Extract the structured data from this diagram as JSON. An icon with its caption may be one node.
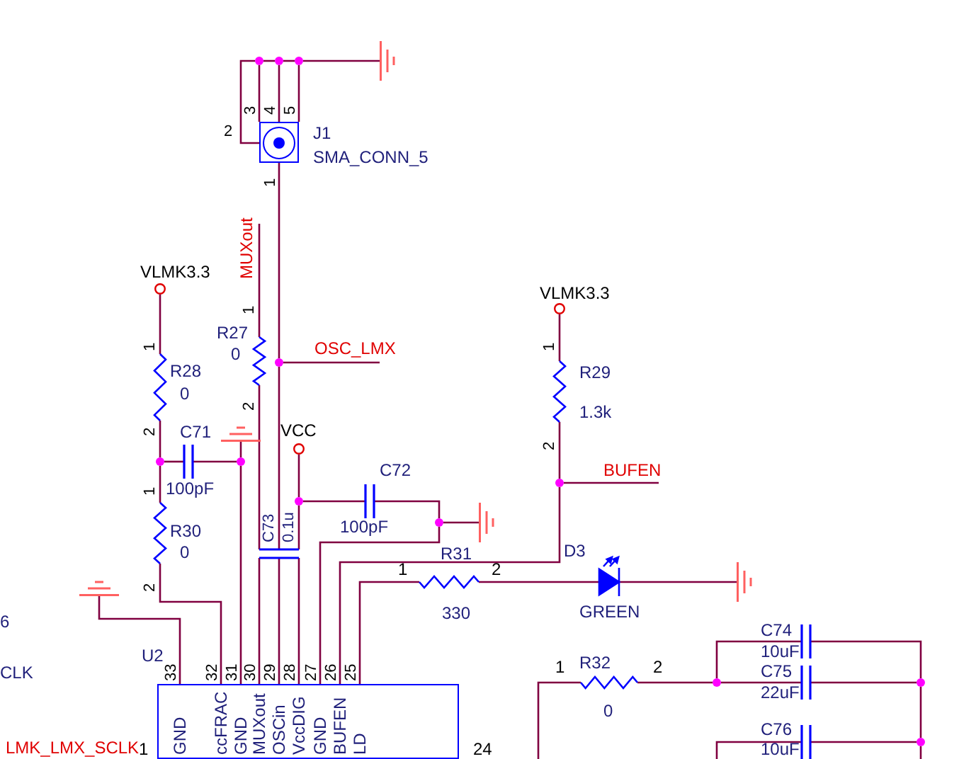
{
  "diagram": {
    "nodes": [
      {
        "text": [],
        "shape": "ground"
      },
      {
        "text": [],
        "shape": "dot"
      },
      {
        "text": [],
        "shape": "dot"
      },
      {
        "text": [],
        "shape": "dot"
      },
      {
        "text": [],
        "shape": "box",
        "beside": [
          "3",
          "4",
          "5",
          "2",
          "J1",
          "SMA_CONN_5",
          "1"
        ]
      },
      {
        "text": [],
        "shape": "circle",
        "beside": [
          "VLMK3.3"
        ]
      },
      {
        "text": [],
        "shape": "circle",
        "beside": [
          "VLMK3.3"
        ]
      },
      {
        "text": [],
        "shape": "resistor",
        "beside": [
          "1",
          "R27",
          "0",
          "2"
        ]
      },
      {
        "text": [],
        "shape": "dot"
      },
      {
        "text": [],
        "shape": "resistor",
        "beside": [
          "1",
          "R28",
          "0",
          "2"
        ]
      },
      {
        "text": [],
        "shape": "resistor",
        "beside": [
          "1",
          "R29",
          "1.3k",
          "2"
        ]
      },
      {
        "text": [],
        "shape": "circle",
        "beside": [
          "VCC"
        ]
      },
      {
        "text": [],
        "shape": "ground"
      },
      {
        "text": [],
        "shape": "dot"
      },
      {
        "text": [],
        "shape": "capacitor",
        "beside": [
          "C71",
          "100pF"
        ]
      },
      {
        "text": [],
        "shape": "dot"
      },
      {
        "text": [],
        "shape": "dot"
      },
      {
        "text": [],
        "shape": "dot"
      },
      {
        "text": [],
        "shape": "capacitor",
        "beside": [
          "C72",
          "100pF"
        ]
      },
      {
        "text": [],
        "shape": "resistor",
        "beside": [
          "1",
          "R30",
          "0",
          "2"
        ]
      },
      {
        "text": [],
        "shape": "dot"
      },
      {
        "text": [],
        "shape": "ground"
      },
      {
        "text": [],
        "shape": "capacitor",
        "beside": [
          "C73",
          "0.1u"
        ]
      },
      {
        "text": [],
        "shape": "resistor",
        "beside": [
          "1",
          "R31",
          "2",
          "330"
        ]
      },
      {
        "text": [],
        "shape": "diode",
        "beside": [
          "D3",
          "GREEN"
        ]
      },
      {
        "text": [],
        "shape": "ground"
      },
      {
        "text": [],
        "shape": "ground"
      },
      {
        "text": [],
        "shape": "capacitor",
        "beside": [
          "C74",
          "10uF"
        ]
      },
      {
        "text": [],
        "shape": "resistor",
        "beside": [
          "1",
          "R32",
          "2",
          "0"
        ]
      },
      {
        "text": [],
        "shape": "dot"
      },
      {
        "text": [],
        "shape": "capacitor",
        "beside": [
          "C75",
          "22uF"
        ]
      },
      {
        "text": [],
        "shape": "dot"
      },
      {
        "text": [
          "GND",
          "ccFRAC",
          "GND",
          "MUXout",
          "OSCin",
          "VccDIG",
          "GND",
          "BUFEN",
          "LD"
        ],
        "beside": [
          "U2",
          "33",
          "32",
          "31",
          "30",
          "29",
          "28",
          "27",
          "26",
          "25",
          "1",
          "24"
        ]
      },
      {
        "text": [],
        "shape": "capacitor",
        "beside": [
          "C76",
          "10uF"
        ]
      },
      {
        "text": [],
        "shape": "dot"
      }
    ],
    "edges": [
      {
        "from": 4,
        "to": 1,
        "arrow": "none"
      },
      {
        "from": 4,
        "to": 1,
        "arrow": "none"
      },
      {
        "from": 4,
        "to": 2,
        "arrow": "none"
      },
      {
        "from": 4,
        "to": 3,
        "arrow": "none"
      },
      {
        "from": 1,
        "to": 2,
        "arrow": "none"
      },
      {
        "from": 2,
        "to": 3,
        "arrow": "none"
      },
      {
        "from": 3,
        "to": 0,
        "arrow": "none"
      },
      {
        "from": 4,
        "to": 8,
        "arrow": "none"
      },
      {
        "from": 7,
        "to": null,
        "arrow": "none",
        "label": "MUXout"
      },
      {
        "from": 8,
        "to": null,
        "arrow": "none",
        "label": "OSC_LMX"
      },
      {
        "from": 5,
        "to": 9,
        "arrow": "none"
      },
      {
        "from": 6,
        "to": 10,
        "arrow": "none"
      },
      {
        "from": 7,
        "to": 22,
        "arrow": "none"
      },
      {
        "from": 8,
        "to": 22,
        "arrow": "none"
      },
      {
        "from": 9,
        "to": 13,
        "arrow": "none"
      },
      {
        "from": 10,
        "to": 16,
        "arrow": "none"
      },
      {
        "from": 16,
        "to": null,
        "arrow": "none",
        "label": "BUFEN"
      },
      {
        "from": 11,
        "to": 17,
        "arrow": "none"
      },
      {
        "from": 12,
        "to": 15,
        "arrow": "none"
      },
      {
        "from": 13,
        "to": 14,
        "arrow": "none"
      },
      {
        "from": 14,
        "to": 15,
        "arrow": "none"
      },
      {
        "from": 13,
        "to": 19,
        "arrow": "none"
      },
      {
        "from": 17,
        "to": 18,
        "arrow": "none"
      },
      {
        "from": 17,
        "to": 22,
        "arrow": "none"
      },
      {
        "from": 18,
        "to": 20,
        "arrow": "none"
      },
      {
        "from": 20,
        "to": 21,
        "arrow": "none"
      },
      {
        "from": 15,
        "to": 32,
        "arrow": "none"
      },
      {
        "from": 19,
        "to": 32,
        "arrow": "none"
      },
      {
        "from": 20,
        "to": 32,
        "arrow": "none"
      },
      {
        "from": 16,
        "to": 32,
        "arrow": "none"
      },
      {
        "from": 22,
        "to": 32,
        "arrow": "none"
      },
      {
        "from": 22,
        "to": 32,
        "arrow": "none"
      },
      {
        "from": 22,
        "to": 32,
        "arrow": "none"
      },
      {
        "from": 32,
        "to": 23,
        "arrow": "none"
      },
      {
        "from": 23,
        "to": 24,
        "arrow": "none"
      },
      {
        "from": 24,
        "to": 25,
        "arrow": "none"
      },
      {
        "from": 26,
        "to": 32,
        "arrow": "none"
      },
      {
        "from": null,
        "to": 28,
        "arrow": "none"
      },
      {
        "from": 28,
        "to": 29,
        "arrow": "none"
      },
      {
        "from": 29,
        "to": 27,
        "arrow": "none"
      },
      {
        "from": 29,
        "to": 30,
        "arrow": "none"
      },
      {
        "from": 27,
        "to": 31,
        "arrow": "none"
      },
      {
        "from": 30,
        "to": 31,
        "arrow": "none"
      },
      {
        "from": 31,
        "to": 34,
        "arrow": "none"
      },
      {
        "from": 33,
        "to": 34,
        "arrow": "none"
      },
      {
        "from": 34,
        "to": null,
        "arrow": "none"
      },
      {
        "from": null,
        "to": 33,
        "arrow": "none"
      }
    ],
    "labels": [
      "6",
      "CLK",
      "LMK_LMX_SCLK"
    ]
  }
}
